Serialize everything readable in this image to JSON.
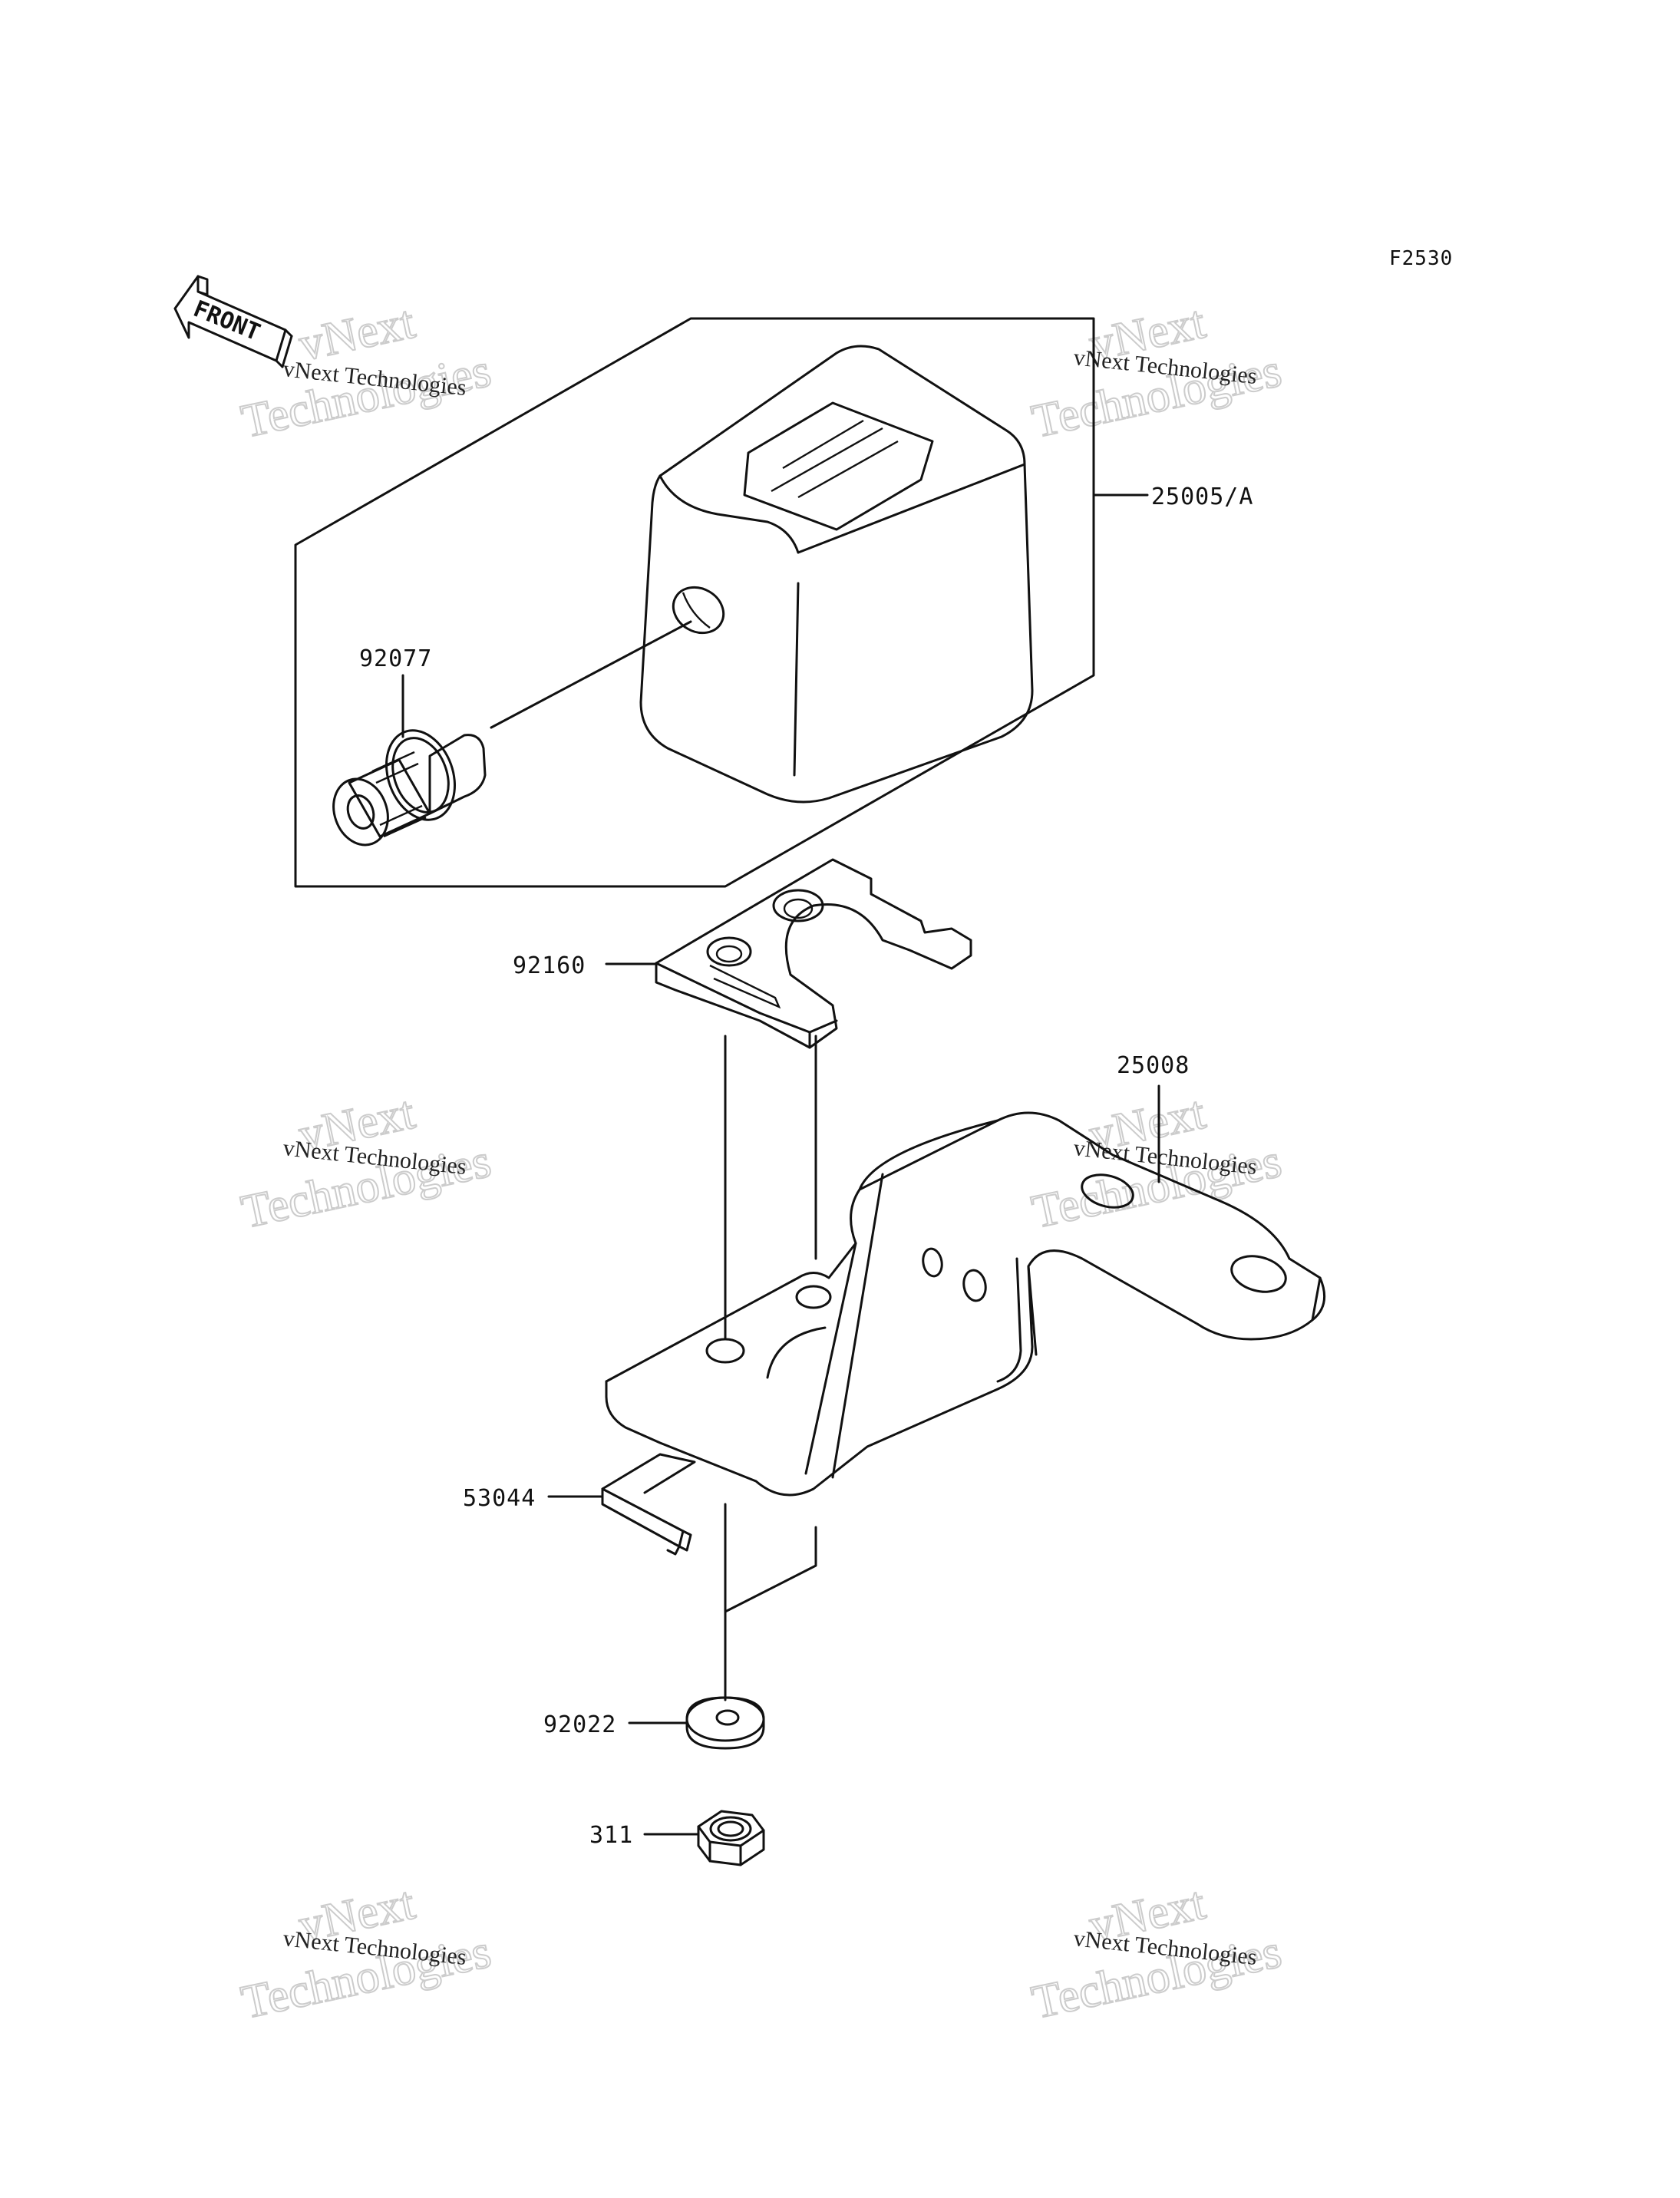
{
  "figure": {
    "code": "F2530"
  },
  "front_marker": {
    "label": "FRONT"
  },
  "watermark": {
    "line1": "vNext Technologies",
    "line2": "vNext",
    "line3": "Technologies"
  },
  "parts": {
    "meter_assembly": "25005/A",
    "gear": "92077",
    "plate": "92160",
    "bracket": "25008",
    "clip": "53044",
    "washer": "92022",
    "nut": "311"
  }
}
